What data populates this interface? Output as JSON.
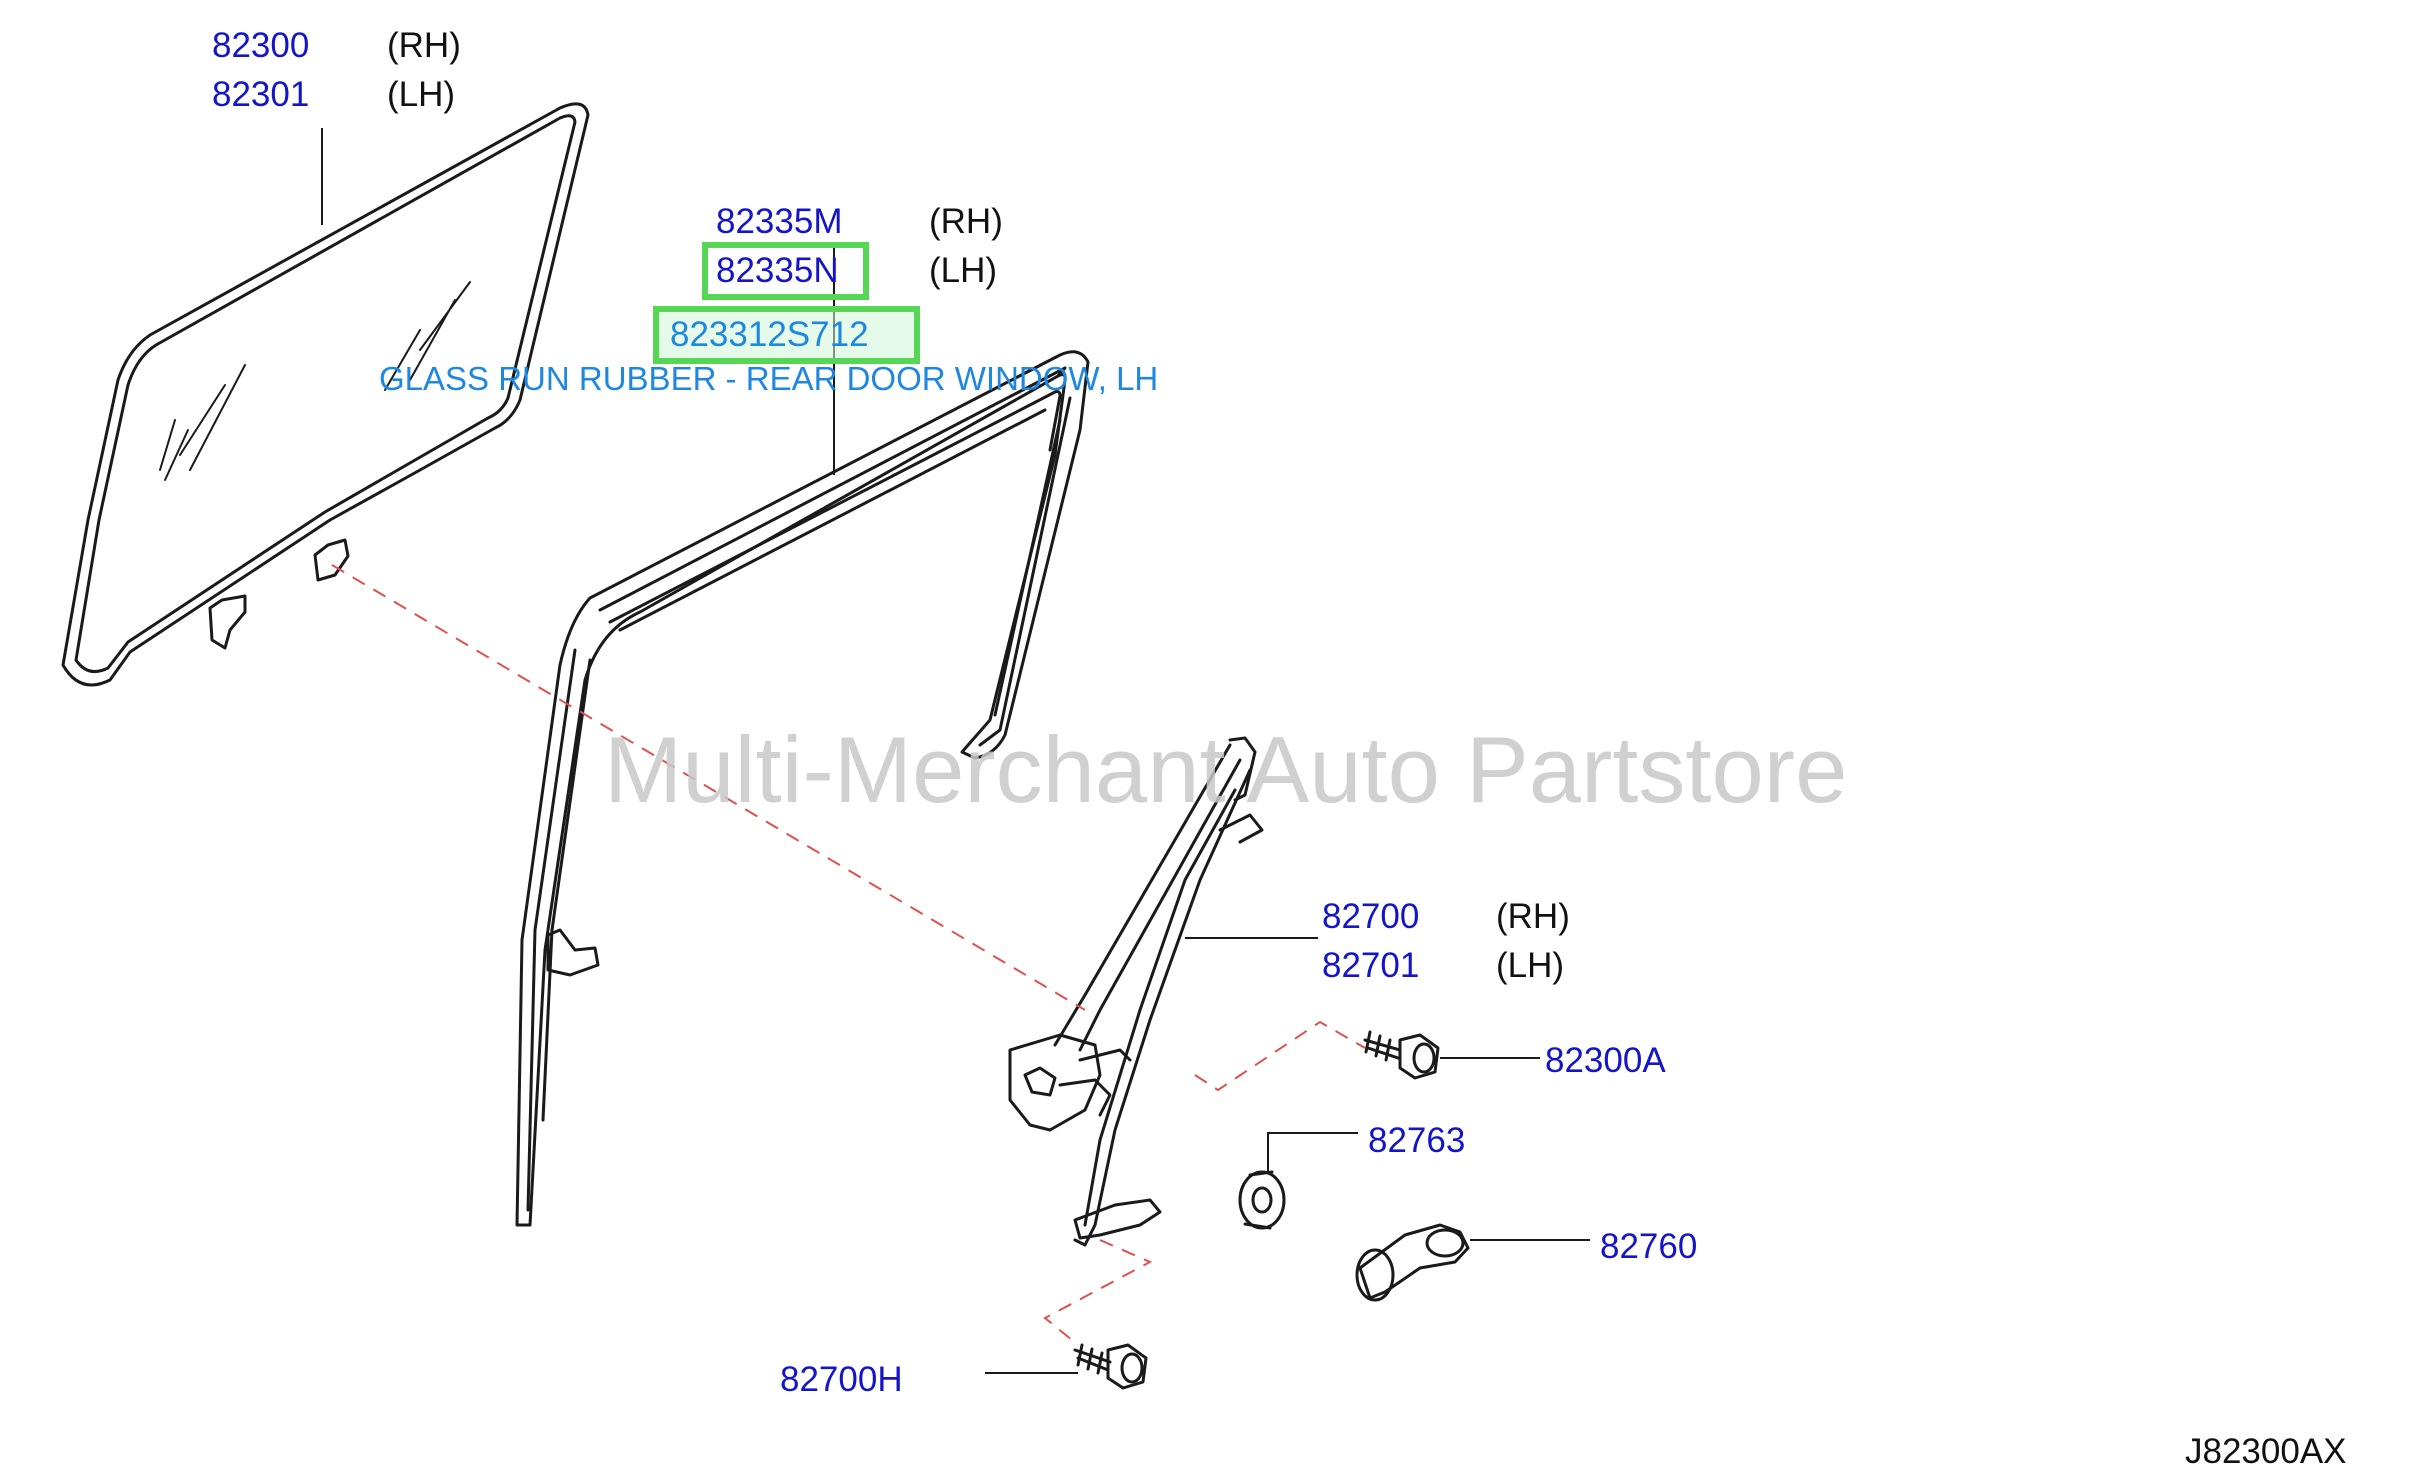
{
  "diagram": {
    "callouts": {
      "glass": {
        "rh_part": "82300",
        "rh_side": "(RH)",
        "lh_part": "82301",
        "lh_side": "(LH)"
      },
      "glass_run": {
        "rh_part": "82335M",
        "rh_side": "(RH)",
        "lh_part": "82335N",
        "lh_side": "(LH)",
        "highlighted_part": "823312S712",
        "description": "GLASS RUN RUBBER - REAR DOOR WINDOW, LH"
      },
      "regulator": {
        "rh_part": "82700",
        "rh_side": "(RH)",
        "lh_part": "82701",
        "lh_side": "(LH)"
      },
      "bolt_upper": "82300A",
      "spacer": "82763",
      "handle": "82760",
      "bolt_lower": "82700H"
    },
    "watermark": "Multi-Merchant Auto Partstore",
    "diagram_code": "J82300AX",
    "colors": {
      "part_number": "#1414c8",
      "highlight": "#55d655",
      "description": "#1e88e0",
      "dashed_line": "#e05050"
    }
  }
}
